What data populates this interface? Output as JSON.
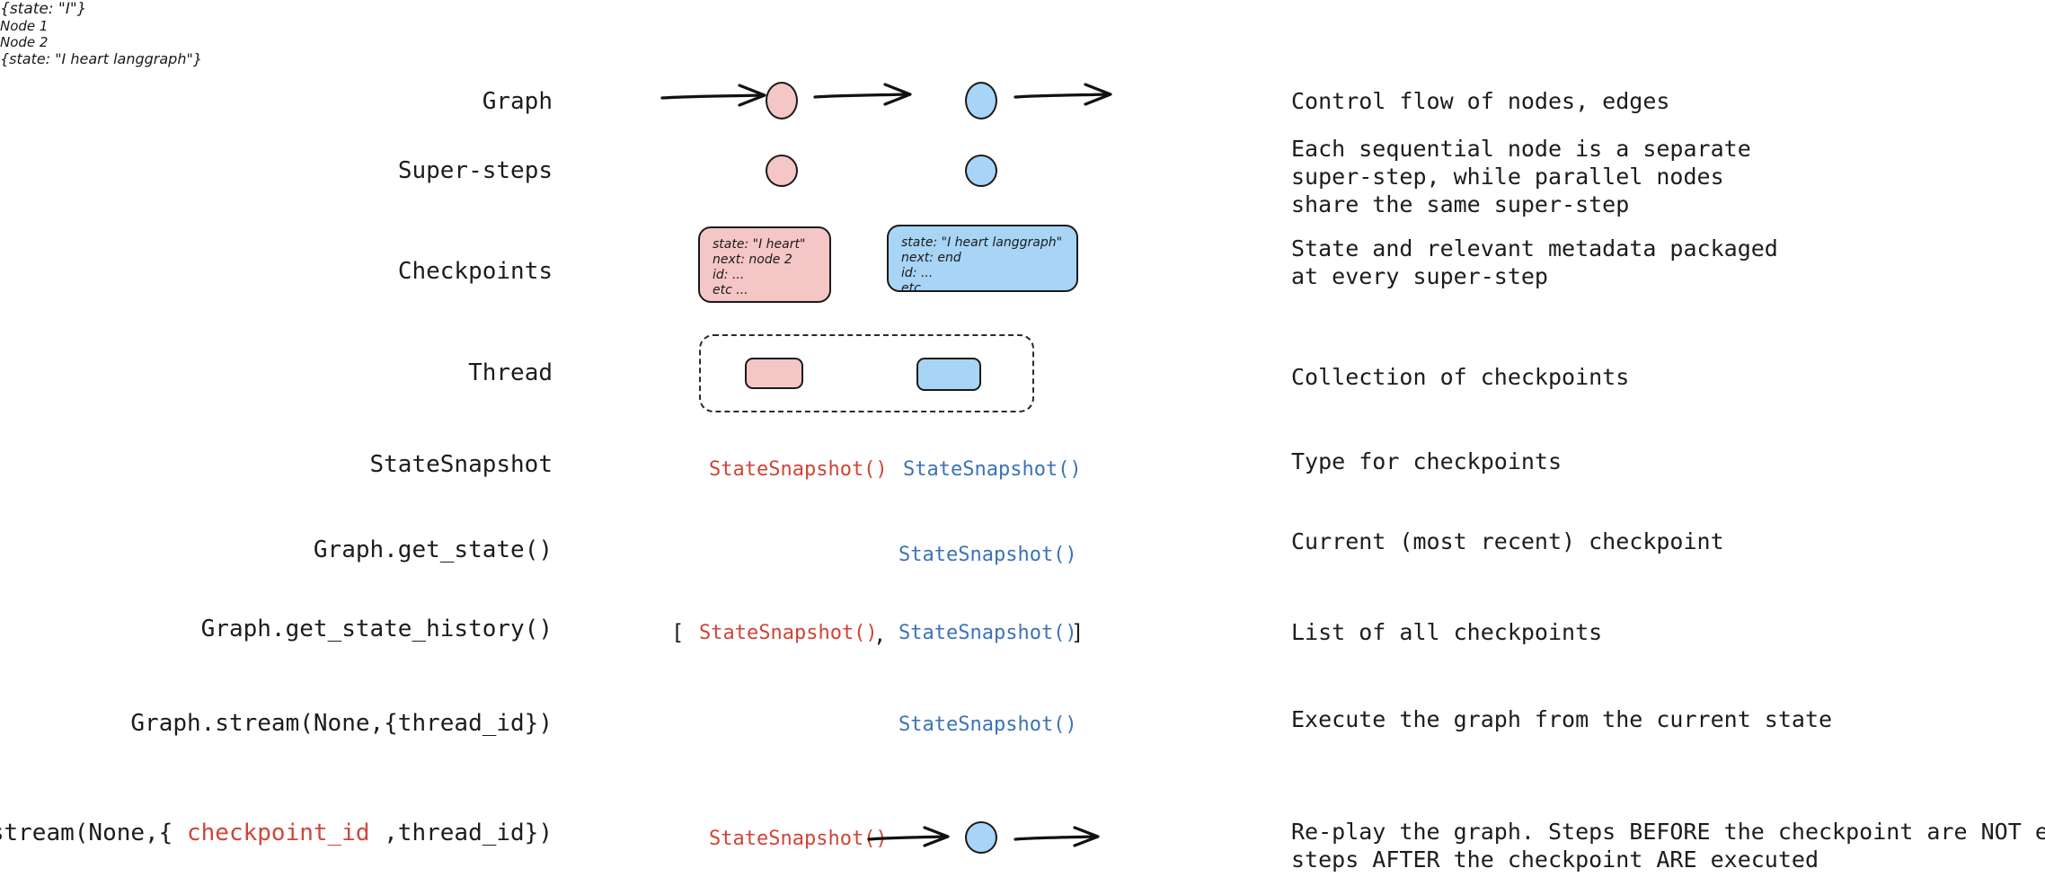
{
  "rows": [
    {
      "id": "graph",
      "label": "Graph",
      "description": "Control flow of nodes, edges"
    },
    {
      "id": "super-steps",
      "label": "Super-steps",
      "description": "Each sequential node is a separate\nsuper-step, while parallel nodes\nshare the same super-step"
    },
    {
      "id": "checkpoints",
      "label": "Checkpoints",
      "description": "State and relevant metadata packaged\nat every super-step"
    },
    {
      "id": "thread",
      "label": "Thread",
      "description": "Collection of checkpoints"
    },
    {
      "id": "statesnapshot",
      "label": "StateSnapshot",
      "description": "Type for checkpoints"
    },
    {
      "id": "get-state",
      "label": "Graph.get_state()",
      "description": "Current (most recent) checkpoint"
    },
    {
      "id": "get-state-history",
      "label": "Graph.get_state_history()",
      "description": "List of all checkpoints"
    },
    {
      "id": "stream-thread",
      "label": "Graph.stream(None,{thread_id})",
      "description": "Execute the graph from the current state"
    },
    {
      "id": "stream-checkpoint",
      "label_prefix": "Graph.stream(None,{ ",
      "label_highlight": "checkpoint_id",
      "label_suffix": " ,thread_id})",
      "description": "Re-play the graph. Steps BEFORE the checkpoint are NOT executed,\nsteps AFTER the checkpoint ARE executed"
    }
  ],
  "graph_row": {
    "input_state": "{state: \"I\"}",
    "output_state": "{state: \"I heart langgraph\"}",
    "node1_label": "Node 1",
    "node2_label": "Node 2"
  },
  "checkpoint_boxes": {
    "pink": {
      "lines": [
        "state: \"I heart\"",
        "next: node 2",
        "id: ...",
        "etc ..."
      ]
    },
    "blue": {
      "lines": [
        "state: \"I heart langgraph\"",
        "next: end",
        "id: ...",
        "etc ..."
      ]
    }
  },
  "snapshot_token": "StateSnapshot()",
  "list_brackets": {
    "open": "[",
    "comma": ",",
    "close": "]"
  },
  "colors": {
    "pink_fill": "#f5c6c6",
    "blue_fill": "#a8d4f5",
    "stroke": "#1a1a1a",
    "snapshot_red": "#cf4436",
    "snapshot_blue": "#3b72b9",
    "highlight_red": "#d0453b",
    "background": "#ffffff"
  }
}
